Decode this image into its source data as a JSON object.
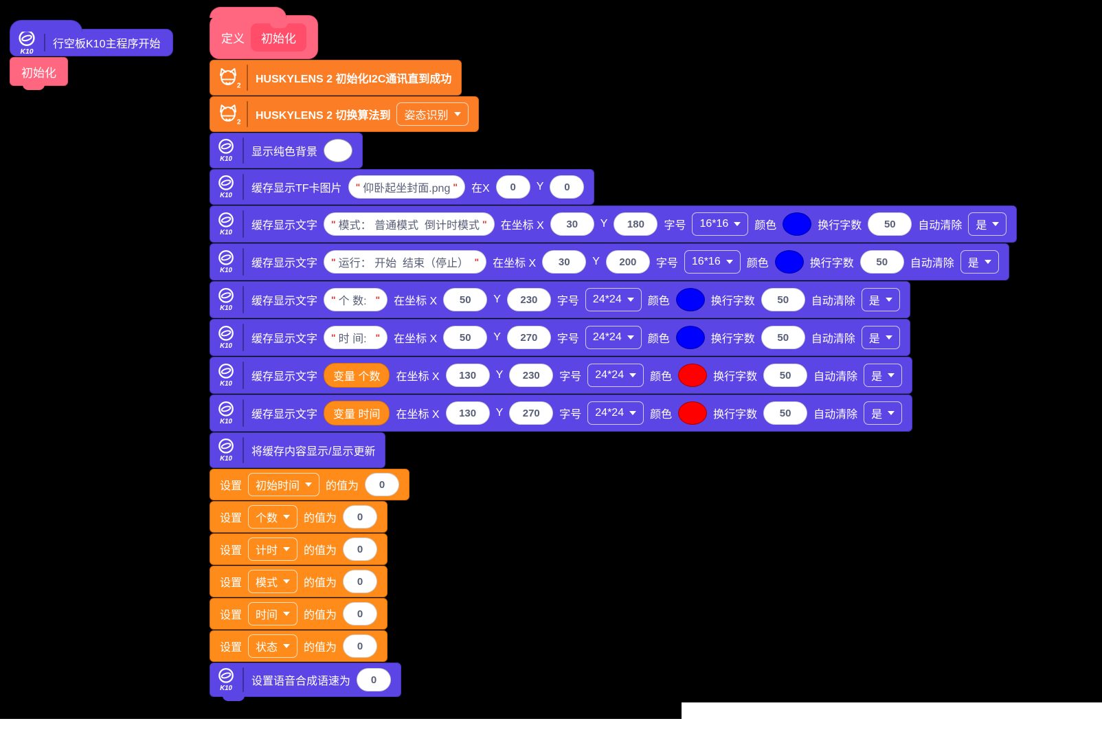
{
  "colors": {
    "purple": "#5B46E5",
    "husky_orange": "#FB7D25",
    "variable_orange": "#FF8C1A",
    "pink": "#FF6680",
    "pink_dark": "#FF4D6A",
    "blue_swatch": "#0000FF",
    "red_swatch": "#FF0000",
    "white_swatch": "#FFFFFF"
  },
  "start_stack": {
    "hat_label": "行空板K10主程序开始",
    "call_label": "初始化"
  },
  "define_block": {
    "keyword": "定义",
    "name": "初始化"
  },
  "husky_blocks": {
    "init_label": "HUSKYLENS 2 初始化I2C通讯直到成功",
    "switch_label": "HUSKYLENS 2 切换算法到",
    "algorithm": "姿态识别"
  },
  "bg_block": {
    "label": "显示纯色背景",
    "color": "#FFFFFF"
  },
  "tf_block": {
    "label": "缓存显示TF卡图片",
    "file": "仰卧起坐封面.png",
    "at_x": "在X",
    "y": "Y",
    "x_value": "0",
    "y_value": "0"
  },
  "labels": {
    "draw_text_cmd": "缓存显示文字",
    "at_xy": "在坐标 X",
    "y": "Y",
    "font_size": "字号",
    "color": "颜色",
    "wrap_chars": "换行字数",
    "auto_clear": "自动清除"
  },
  "text_rows": [
    {
      "type": "string",
      "text": "模式： 普通模式  倒计时模式",
      "x": "30",
      "y": "180",
      "size": "16*16",
      "color": "#0000FF",
      "wrap": "50",
      "clear": "是"
    },
    {
      "type": "string",
      "text": "运行： 开始  结束（停止） ",
      "x": "30",
      "y": "200",
      "size": "16*16",
      "color": "#0000FF",
      "wrap": "50",
      "clear": "是"
    },
    {
      "type": "string",
      "text": "个 数:  ",
      "x": "50",
      "y": "230",
      "size": "24*24",
      "color": "#0000FF",
      "wrap": "50",
      "clear": "是"
    },
    {
      "type": "string",
      "text": "时 间:  ",
      "x": "50",
      "y": "270",
      "size": "24*24",
      "color": "#0000FF",
      "wrap": "50",
      "clear": "是"
    },
    {
      "type": "variable",
      "text": "变量 个数",
      "x": "130",
      "y": "230",
      "size": "24*24",
      "color": "#FF0000",
      "wrap": "50",
      "clear": "是"
    },
    {
      "type": "variable",
      "text": "变量 时间",
      "x": "130",
      "y": "270",
      "size": "24*24",
      "color": "#FF0000",
      "wrap": "50",
      "clear": "是"
    }
  ],
  "flush_block": {
    "label": "将缓存内容显示/显示更新"
  },
  "set_blocks": {
    "keyword": "设置",
    "value_label": "的值为",
    "items": [
      {
        "var": "初始时间",
        "value": "0"
      },
      {
        "var": "个数",
        "value": "0"
      },
      {
        "var": "计时",
        "value": "0"
      },
      {
        "var": "模式",
        "value": "0"
      },
      {
        "var": "时间",
        "value": "0"
      },
      {
        "var": "状态",
        "value": "0"
      }
    ]
  },
  "speech_block": {
    "label": "设置语音合成语速为",
    "value": "0"
  }
}
